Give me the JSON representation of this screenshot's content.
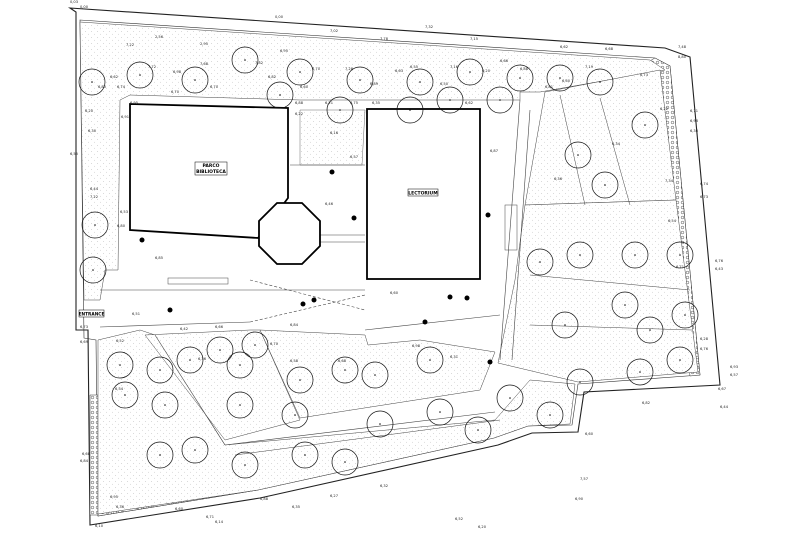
{
  "labels": {
    "main_building": [
      "PARCO",
      "BIBLIOTECA"
    ],
    "lecture": "LECTORIUM",
    "entrance": "ENTRANCE"
  },
  "elevations": [
    "0,03",
    "0,00",
    "0,00",
    "7,32",
    "7,22",
    "2,56",
    "2,95",
    "6,95",
    "7,02",
    "7,78",
    "7,15",
    "6,62",
    "6,68",
    "7,48",
    "7,72",
    "6,98",
    "7,68",
    "7,82",
    "6,70",
    "7,28",
    "6,55",
    "7,16",
    "6,66",
    "6,88",
    "7,19",
    "6,73",
    "8,80",
    "6,62",
    "6,74",
    "6,80",
    "6,70",
    "6,70",
    "6,82",
    "6,60",
    "6,89",
    "6,63",
    "6,50",
    "6,20",
    "6,81",
    "6,60",
    "6,20",
    "6,30",
    "6,91",
    "6,95",
    "6,88",
    "6,21",
    "6,75",
    "6,35",
    "6,62",
    "6,22",
    "6,16",
    "6,57",
    "6,87",
    "6,36",
    "6,34",
    "7,34",
    "6,22",
    "6,71",
    "6,98",
    "6,36",
    "6,55",
    "6,44",
    "7,22",
    "6,53",
    "6,80",
    "6,85",
    "6,46",
    "6,60",
    "6,51",
    "6,42",
    "6,66",
    "6,84",
    "6,52",
    "6,73",
    "6,69",
    "6,70",
    "6,36",
    "6,58",
    "6,68",
    "6,98",
    "6,31",
    "6,74",
    "6,73",
    "6,54",
    "6,76",
    "6,43",
    "6,71",
    "6,28",
    "6,76",
    "6,93",
    "6,57",
    "6,67",
    "6,44",
    "6,82",
    "6,60",
    "6,32",
    "6,52",
    "6,20",
    "7,57",
    "6,90",
    "6,68",
    "6,84",
    "6,95",
    "6,36",
    "6,60",
    "6,71",
    "6,88",
    "6,35",
    "6,27",
    "6,10",
    "6,14",
    "6,34"
  ],
  "tree_count": 56
}
